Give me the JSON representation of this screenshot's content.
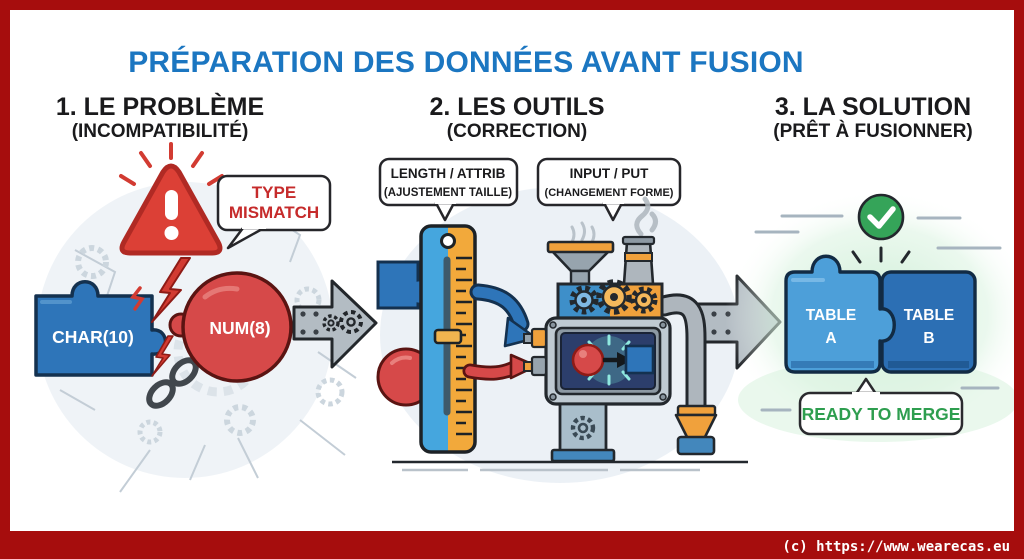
{
  "page": {
    "title": "PRÉPARATION DES DONNÉES AVANT FUSION",
    "copyright": "(c) https://www.wearecas.eu"
  },
  "sections": {
    "problem": {
      "heading": "1. LE PROBLÈME",
      "subheading": "(INCOMPATIBILITÉ)",
      "warning_bubble_line1": "TYPE",
      "warning_bubble_line2": "MISMATCH",
      "piece_left_label": "CHAR(10)",
      "piece_right_label": "NUM(8)"
    },
    "tools": {
      "heading": "2. LES OUTILS",
      "subheading": "(CORRECTION)",
      "tool1_title": "LENGTH / ATTRIB",
      "tool1_subtitle": "(AJUSTEMENT TAILLE)",
      "tool2_title": "INPUT / PUT",
      "tool2_subtitle": "(CHANGEMENT FORME)"
    },
    "solution": {
      "heading": "3. LA SOLUTION",
      "subheading": "(PRÊT À FUSIONNER)",
      "table_a_line1": "TABLE",
      "table_a_line2": "A",
      "table_b_line1": "TABLE",
      "table_b_line2": "B",
      "status_bubble": "READY TO MERGE"
    }
  },
  "icons": [
    "warning-triangle-icon",
    "lightning-bolt-icon",
    "broken-chain-icon",
    "gear-icon",
    "ruler-slider-icon",
    "converter-machine-icon",
    "funnel-icon",
    "chimney-icon",
    "checkmark-circle-icon",
    "puzzle-piece-icon",
    "arrow-right-icon"
  ],
  "colors": {
    "frame_red": "#a60d0d",
    "title_blue": "#1b76c1",
    "heading_dark": "#1a1a1c",
    "alert_red": "#dc4036",
    "mismatch_text_red": "#c62b2b",
    "puzzle_blue": "#2e75b9",
    "num_blob_red": "#d64949",
    "ruler_blue": "#45a6de",
    "ruler_orange": "#f2a93b",
    "machine_gray": "#bfcad2",
    "transition_arrow_gray": "#b3bcc3",
    "success_green": "#35a459",
    "merge_text_green": "#2e9e4f",
    "table_a_blue": "#4d9fd9",
    "table_b_blue": "#2c6fb4",
    "screen_navy": "#2c3e6b",
    "glow_teal": "#8fe9e0"
  }
}
